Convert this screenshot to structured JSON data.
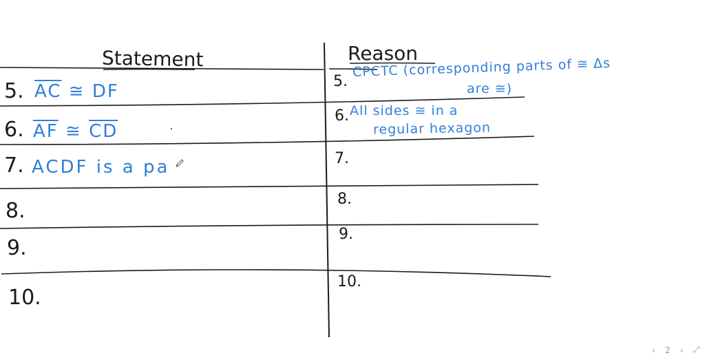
{
  "headers": {
    "statement": "Statement",
    "reason": "Reason"
  },
  "statements": [
    {
      "number": "5.",
      "parts": [
        "AC",
        " ≅ ",
        "DF"
      ]
    },
    {
      "number": "6.",
      "parts": [
        "AF",
        " ≅ ",
        "CD"
      ]
    },
    {
      "number": "7.",
      "text": "ACDF is a pa"
    },
    {
      "number": "8."
    },
    {
      "number": "9."
    },
    {
      "number": "10."
    }
  ],
  "reasons": [
    {
      "number": "5.",
      "line1": "CPCTC (corresponding parts of ≅ Δs",
      "line2": "are ≅)"
    },
    {
      "number": "6.",
      "line1": "All sides ≅ in a",
      "line2": "regular hexagon"
    },
    {
      "number": "7."
    },
    {
      "number": "8."
    },
    {
      "number": "9."
    },
    {
      "number": "10."
    }
  ],
  "pager": {
    "prev": "‹",
    "page": "2",
    "next": "›",
    "expand": "⤢"
  },
  "colors": {
    "ink": "#1a1a1a",
    "blue": "#2f7fd9"
  }
}
